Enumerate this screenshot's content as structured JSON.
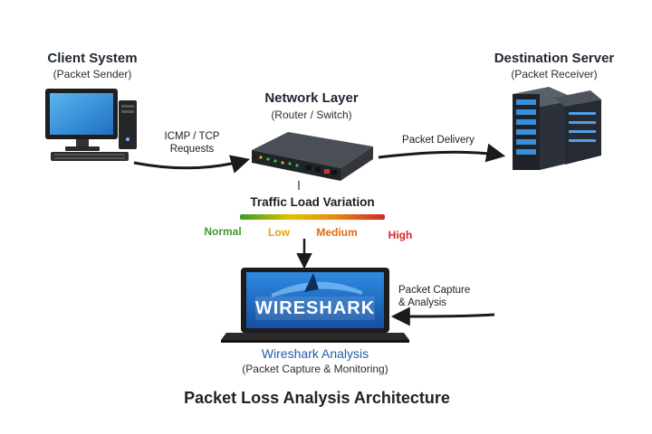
{
  "nodes": {
    "client": {
      "title": "Client System",
      "subtitle": "(Packet Sender)"
    },
    "network": {
      "title": "Network Layer",
      "subtitle": "(Router / Switch)"
    },
    "server": {
      "title": "Destination Server",
      "subtitle": "(Packet Receiver)"
    },
    "wireshark": {
      "logo": "WIRESHARK",
      "title": "Wireshark Analysis",
      "subtitle": "(Packet Capture & Monitoring)"
    }
  },
  "edges": {
    "client_to_network": {
      "line1": "ICMP / TCP",
      "line2": "Requests"
    },
    "network_to_server": {
      "label": "Packet Delivery"
    },
    "capture": {
      "line1": "Packet Capture",
      "line2": "& Analysis"
    }
  },
  "traffic": {
    "title": "Traffic Load Variation",
    "levels": [
      {
        "label": "Normal",
        "color": "#3f9a2b"
      },
      {
        "label": "Low",
        "color": "#e0a800"
      },
      {
        "label": "Medium",
        "color": "#e06a12"
      },
      {
        "label": "High",
        "color": "#d2262c"
      }
    ]
  },
  "diagram_title": "Packet Loss Analysis Architecture",
  "colors": {
    "accent_blue": "#1f5fa8",
    "arrow": "#1a1a1a"
  }
}
